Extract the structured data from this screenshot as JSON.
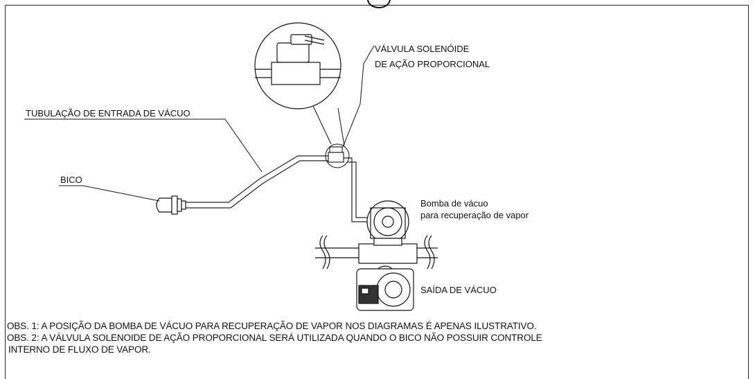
{
  "labels": {
    "tubulacao": "TUBULAÇÃO DE ENTRADA DE VÁCUO",
    "bico": "BICO",
    "valvula_line1": "VÁLVULA SOLENÓIDE",
    "valvula_line2": "DE AÇÃO PROPORCIONAL",
    "bomba_line1": "Bomba de vácuo",
    "bomba_line2": "para recuperação de vapor",
    "saida": "SAÍDA DE VÁCUO"
  },
  "notes": {
    "obs1": "OBS. 1: A POSIÇÃO DA BOMBA DE VÁCUO PARA RECUPERAÇÃO DE VAPOR NOS DIAGRAMAS É APENAS ILUSTRATIVO.",
    "obs2_line1": "OBS. 2: A VÁLVULA SOLENOIDE DE AÇÃO PROPORCIONAL SERÁ UTILIZADA QUANDO O BICO NÃO POSSUIR CONTROLE",
    "obs2_line2": "INTERNO DE FLUXO DE VAPOR."
  }
}
